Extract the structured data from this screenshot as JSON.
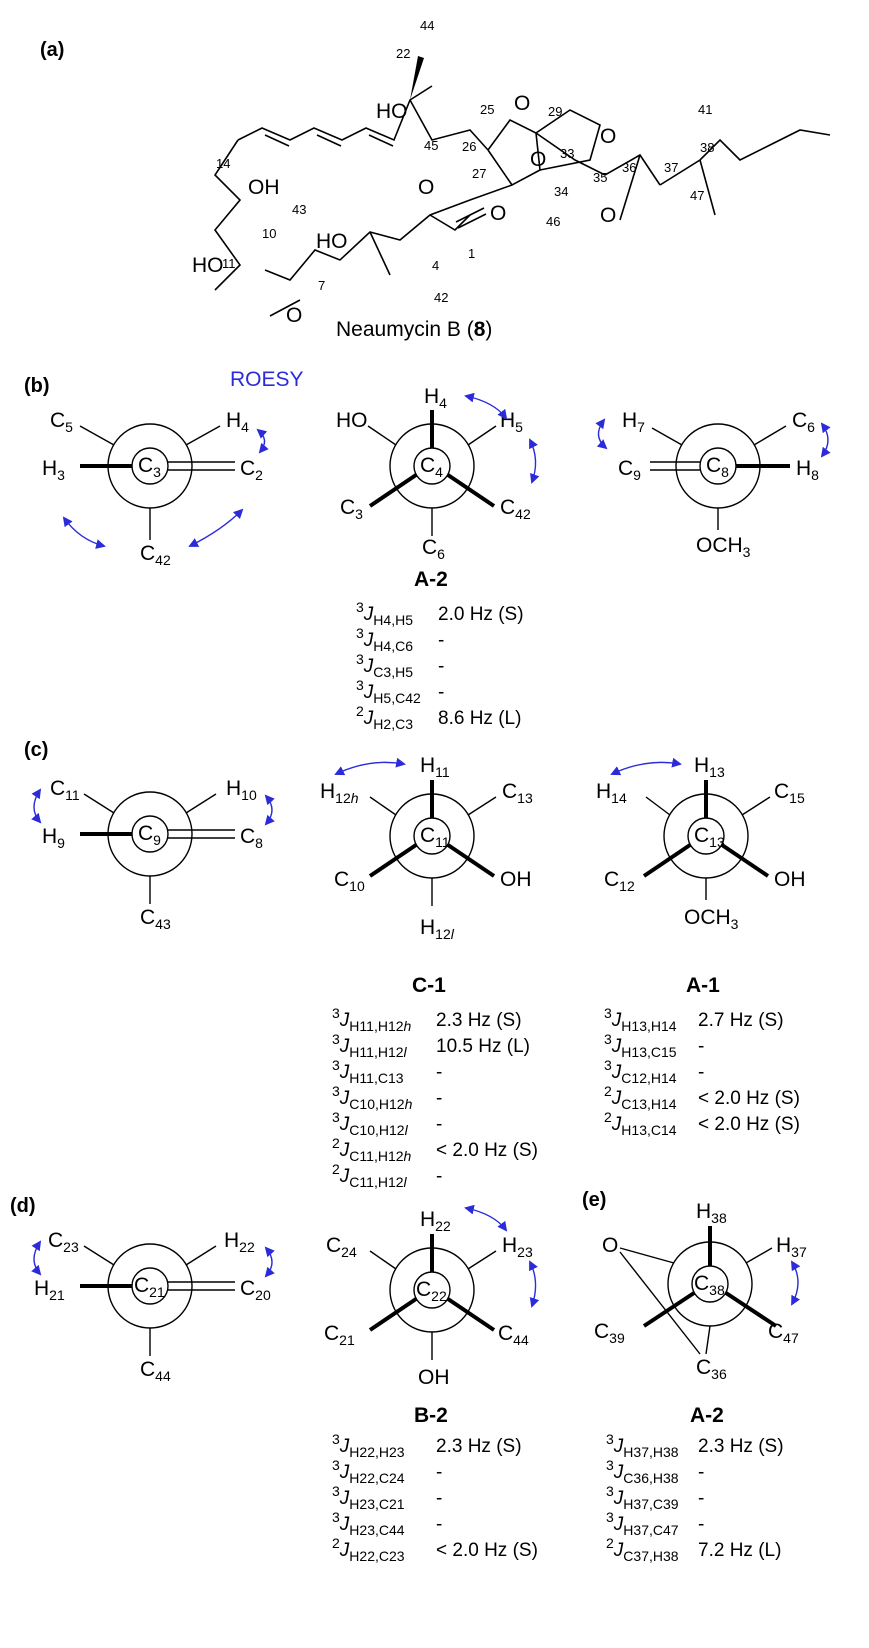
{
  "panels": {
    "a": "(a)",
    "b": "(b)",
    "c": "(c)",
    "d": "(d)",
    "e": "(e)"
  },
  "roesy_label": "ROESY",
  "structure": {
    "caption_prefix": "Neaumycin B (",
    "caption_bold": "8",
    "caption_suffix": ")",
    "numbers": {
      "n44": "44",
      "n22": "22",
      "n25": "25",
      "n29": "29",
      "n33": "33",
      "n45": "45",
      "n26": "26",
      "n27": "27",
      "n14": "14",
      "n10": "10",
      "n43": "43",
      "n11": "11",
      "n1": "1",
      "n4": "4",
      "n42": "42",
      "n7": "7",
      "n34": "34",
      "n35": "35",
      "n36": "36",
      "n37": "37",
      "n38": "38",
      "n41": "41",
      "n46": "46",
      "n47": "47"
    },
    "atoms": {
      "ho25": "HO",
      "oring": "O",
      "o33": "O",
      "o27": "O",
      "o1": "O",
      "oh14": "OH",
      "ho11": "HO",
      "ho4": "HO",
      "o7": "O",
      "o35": "O",
      "oepox": "O"
    }
  },
  "newman_b": {
    "left": {
      "center": "C",
      "center_sub": "3",
      "c5": "C",
      "c5s": "5",
      "h4": "H",
      "h4s": "4",
      "h3": "H",
      "h3s": "3",
      "c2": "C",
      "c2s": "2",
      "c42": "C",
      "c42s": "42"
    },
    "mid": {
      "center": "C",
      "center_sub": "4",
      "h4": "H",
      "h4s": "4",
      "ho": "HO",
      "h5": "H",
      "h5s": "5",
      "c3": "C",
      "c3s": "3",
      "c42": "C",
      "c42s": "42",
      "c6": "C",
      "c6s": "6",
      "label": "A-2"
    },
    "right": {
      "center": "C",
      "center_sub": "8",
      "h7": "H",
      "h7s": "7",
      "c6": "C",
      "c6s": "6",
      "c9": "C",
      "c9s": "9",
      "h8": "H",
      "h8s": "8",
      "och3": "OCH",
      "och3s": "3"
    },
    "couplings": [
      {
        "sup": "3",
        "name": "H4,H5",
        "value": "2.0 Hz (S)"
      },
      {
        "sup": "3",
        "name": "H4,C6",
        "value": "-"
      },
      {
        "sup": "3",
        "name": "C3,H5",
        "value": "-"
      },
      {
        "sup": "3",
        "name": "H5,C42",
        "value": "-"
      },
      {
        "sup": "2",
        "name": "H2,C3",
        "value": "8.6 Hz (L)"
      }
    ]
  },
  "newman_c": {
    "left": {
      "center": "C",
      "center_sub": "9",
      "c11": "C",
      "c11s": "11",
      "h10": "H",
      "h10s": "10",
      "h9": "H",
      "h9s": "9",
      "c8": "C",
      "c8s": "8",
      "c43": "C",
      "c43s": "43"
    },
    "mid": {
      "center": "C",
      "center_sub": "11",
      "h11": "H",
      "h11s": "11",
      "h12h": "H",
      "h12hs": "12",
      "h12hi": "h",
      "c13": "C",
      "c13s": "13",
      "c10": "C",
      "c10s": "10",
      "oh": "OH",
      "h12l": "H",
      "h12ls": "12",
      "h12li": "l",
      "label": "C-1"
    },
    "right": {
      "center": "C",
      "center_sub": "13",
      "h13": "H",
      "h13s": "13",
      "h14": "H",
      "h14s": "14",
      "c15": "C",
      "c15s": "15",
      "c12": "C",
      "c12s": "12",
      "oh": "OH",
      "och3": "OCH",
      "och3s": "3",
      "label": "A-1"
    },
    "couplings_mid": [
      {
        "sup": "3",
        "name": "H11,H12",
        "ital": "h",
        "value": "2.3 Hz (S)"
      },
      {
        "sup": "3",
        "name": "H11,H12",
        "ital": "l",
        "value": "10.5 Hz (L)"
      },
      {
        "sup": "3",
        "name": "H11,C13",
        "ital": "",
        "value": "-"
      },
      {
        "sup": "3",
        "name": "C10,H12",
        "ital": "h",
        "value": "-"
      },
      {
        "sup": "3",
        "name": "C10,H12",
        "ital": "l",
        "value": "-"
      },
      {
        "sup": "2",
        "name": "C11,H12",
        "ital": "h",
        "value": "< 2.0 Hz (S)"
      },
      {
        "sup": "2",
        "name": "C11,H12",
        "ital": "l",
        "value": "-"
      }
    ],
    "couplings_right": [
      {
        "sup": "3",
        "name": "H13,H14",
        "value": "2.7 Hz (S)"
      },
      {
        "sup": "3",
        "name": "H13,C15",
        "value": "-"
      },
      {
        "sup": "3",
        "name": "C12,H14",
        "value": "-"
      },
      {
        "sup": "2",
        "name": "C13,H14",
        "value": "< 2.0 Hz (S)"
      },
      {
        "sup": "2",
        "name": "H13,C14",
        "value": "< 2.0 Hz (S)"
      }
    ]
  },
  "newman_d": {
    "left": {
      "center": "C",
      "center_sub": "21",
      "c23": "C",
      "c23s": "23",
      "h22": "H",
      "h22s": "22",
      "h21": "H",
      "h21s": "21",
      "c20": "C",
      "c20s": "20",
      "c44": "C",
      "c44s": "44"
    },
    "mid": {
      "center": "C",
      "center_sub": "22",
      "h22": "H",
      "h22s": "22",
      "c24": "C",
      "c24s": "24",
      "h23": "H",
      "h23s": "23",
      "c21": "C",
      "c21s": "21",
      "c44": "C",
      "c44s": "44",
      "oh": "OH",
      "label": "B-2"
    },
    "couplings": [
      {
        "sup": "3",
        "name": "H22,H23",
        "value": "2.3 Hz (S)"
      },
      {
        "sup": "3",
        "name": "H22,C24",
        "value": "-"
      },
      {
        "sup": "3",
        "name": "H23,C21",
        "value": "-"
      },
      {
        "sup": "3",
        "name": "H23,C44",
        "value": "-"
      },
      {
        "sup": "2",
        "name": "H22,C23",
        "value": "< 2.0 Hz (S)"
      }
    ]
  },
  "newman_e": {
    "center": "C",
    "center_sub": "38",
    "h38": "H",
    "h38s": "38",
    "o": "O",
    "h37": "H",
    "h37s": "37",
    "c39": "C",
    "c39s": "39",
    "c47": "C",
    "c47s": "47",
    "c36": "C",
    "c36s": "36",
    "label": "A-2",
    "couplings": [
      {
        "sup": "3",
        "name": "H37,H38",
        "value": "2.3 Hz (S)"
      },
      {
        "sup": "3",
        "name": "C36,H38",
        "value": "-"
      },
      {
        "sup": "3",
        "name": "H37,C39",
        "value": "-"
      },
      {
        "sup": "3",
        "name": "H37,C47",
        "value": "-"
      },
      {
        "sup": "2",
        "name": "C37,H38",
        "value": "7.2 Hz (L)"
      }
    ]
  },
  "colors": {
    "arrow": "#2b2bd9",
    "line": "#000000"
  }
}
